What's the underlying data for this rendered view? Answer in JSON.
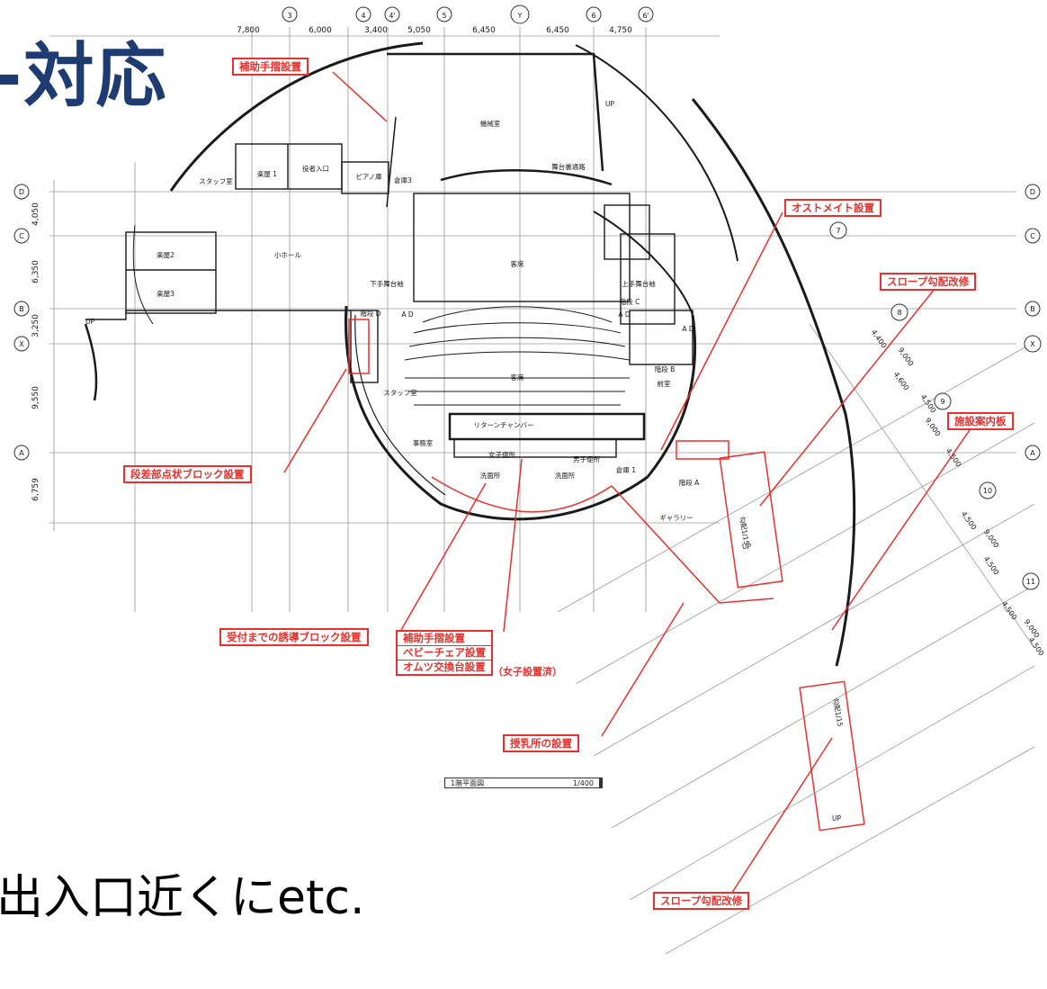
{
  "slide": {
    "title_fragment": "対応",
    "bottom_fragment": "出入口近くにetc."
  },
  "plan": {
    "title": "1階平面図",
    "scale": "1/400",
    "top_dimensions": [
      "7,800",
      "6,000",
      "3,400",
      "5,050",
      "6,450",
      "6,450",
      "4,750"
    ],
    "top_grid_labels": [
      "3",
      "4",
      "4'",
      "5",
      "Y",
      "6",
      "6'"
    ],
    "left_dimensions": [
      "4,050",
      "6,350",
      "3,250",
      "9,550",
      "6,759"
    ],
    "left_grid_labels": [
      "D",
      "C",
      "B",
      "X",
      "A"
    ],
    "right_grid_labels": [
      "D",
      "C",
      "B",
      "X",
      "A"
    ],
    "diag_grid_labels": [
      "7",
      "8",
      "9",
      "10",
      "11"
    ],
    "diag_dimensions": [
      "4,400",
      "9,000",
      "4,600",
      "4,500",
      "9,000",
      "4,500",
      "4,500",
      "9,000",
      "4,500",
      "4,500",
      "9,000",
      "4,500"
    ],
    "rooms": [
      "機械室",
      "舞台裏通路",
      "楽屋 1",
      "役者入口",
      "ピアノ庫",
      "倉庫3",
      "スタッフ室",
      "小ホール",
      "楽屋2",
      "楽屋3",
      "下手舞台袖",
      "上手舞台袖",
      "客席",
      "客席",
      "階段 D",
      "階段 C",
      "階段 B",
      "階段 A",
      "スタッフ室",
      "事務室",
      "リターンチャンバー",
      "女子便所",
      "男子便所",
      "洗面所",
      "洗面所",
      "倉庫 1",
      "前室",
      "ギャラリー",
      "勾配1/15",
      "勾配1/15",
      "UP",
      "UP",
      "UP",
      "UP",
      "A D",
      "A D",
      "A D"
    ]
  },
  "callouts": {
    "handrail_top": "補助手摺設置",
    "ostomate": "オストメイト設置",
    "slope_top": "スロープ勾配改修",
    "guide_board": "施設案内板",
    "tactile_steps": "段差部点状ブロック設置",
    "guide_block": "受付までの誘導ブロック設置",
    "restroom_group": [
      "補助手摺設置",
      "ベビーチェア設置",
      "オムツ交換台設置"
    ],
    "restroom_note": "（女子設置済）",
    "nursing_room": "授乳所の設置",
    "slope_bottom": "スロープ勾配改修"
  },
  "colors": {
    "accent_red": "#e8302c",
    "title_navy": "#1f3c72",
    "line_dark": "#1a1a1a",
    "grid_gray": "#9a9a9a"
  }
}
